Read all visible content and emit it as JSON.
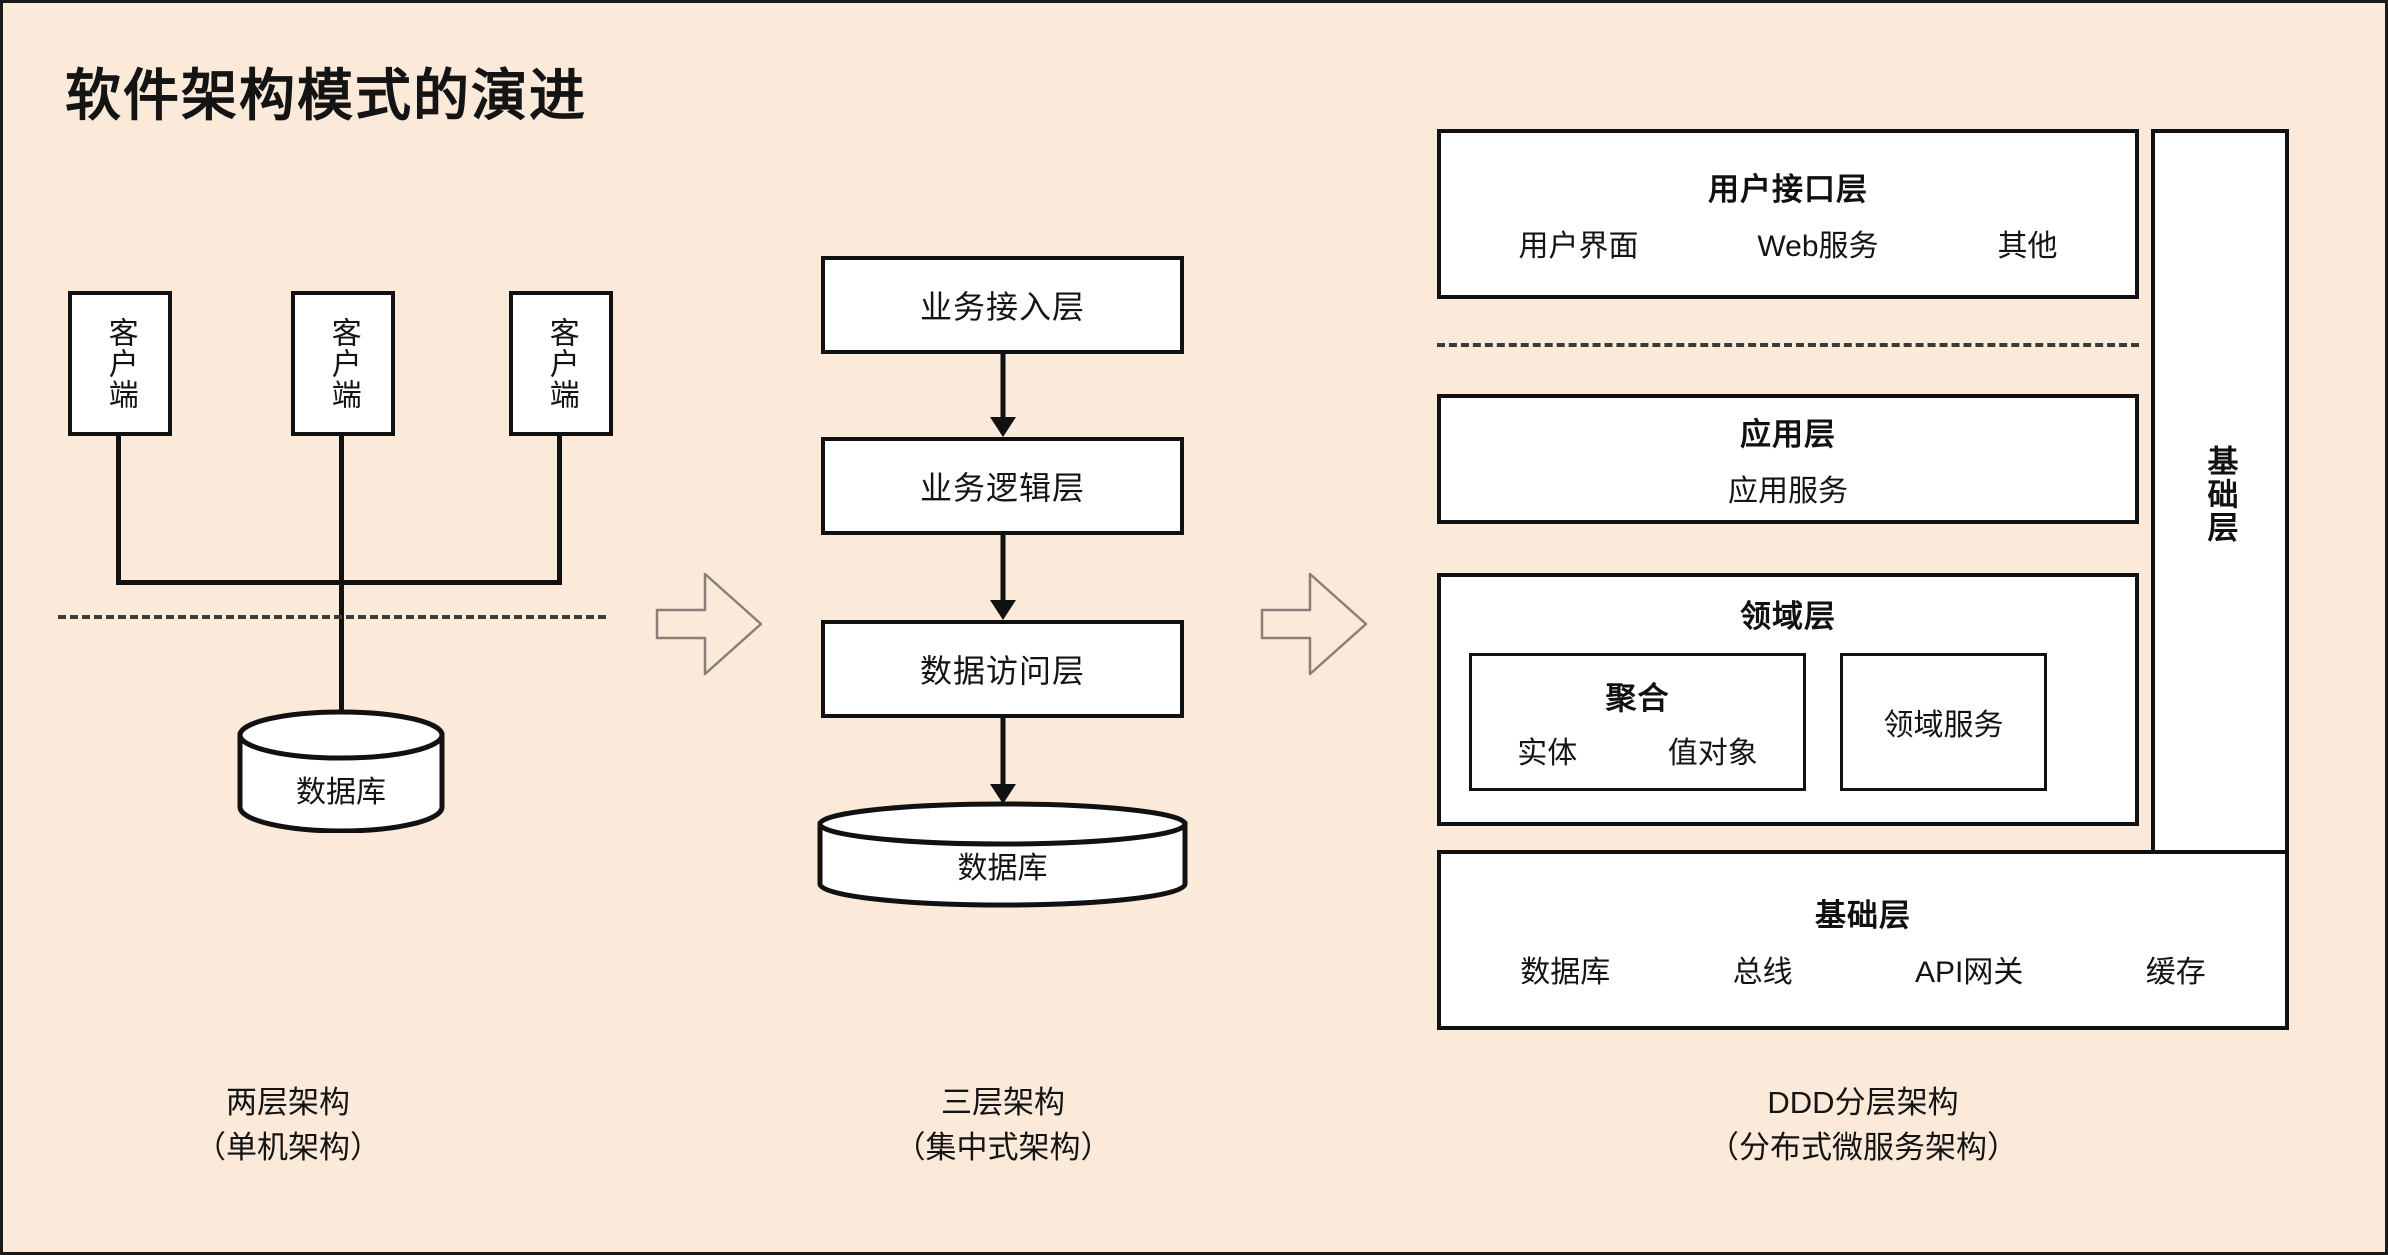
{
  "page": {
    "title": "软件架构模式的演进",
    "background_color": "#fbe9da",
    "line_color": "#111111",
    "box_fill": "#ffffff"
  },
  "two_tier": {
    "clients": [
      {
        "label": "客户端"
      },
      {
        "label": "客户端"
      },
      {
        "label": "客户端"
      }
    ],
    "database": {
      "label": "数据库"
    },
    "caption": "两层架构\n（单机架构）"
  },
  "three_tier": {
    "layers": [
      {
        "label": "业务接入层"
      },
      {
        "label": "业务逻辑层"
      },
      {
        "label": "数据访问层"
      }
    ],
    "database": {
      "label": "数据库"
    },
    "caption": "三层架构\n（集中式架构）"
  },
  "ddd": {
    "user_interface_layer": {
      "title": "用户接口层",
      "items": [
        "用户界面",
        "Web服务",
        "其他"
      ]
    },
    "application_layer": {
      "title": "应用层",
      "items": [
        "应用服务"
      ]
    },
    "domain_layer": {
      "title": "领域层",
      "aggregate": {
        "title": "聚合",
        "items": [
          "实体",
          "值对象"
        ]
      },
      "domain_service": {
        "label": "领域服务"
      }
    },
    "infrastructure_layer": {
      "title": "基础层",
      "items": [
        "数据库",
        "总线",
        "API网关",
        "缓存"
      ]
    },
    "infrastructure_side": {
      "label": "基础层"
    },
    "caption": "DDD分层架构\n（分布式微服务架构）"
  },
  "transition_arrows": [
    {
      "name": "two-tier-to-three-tier"
    },
    {
      "name": "three-tier-to-ddd"
    }
  ]
}
